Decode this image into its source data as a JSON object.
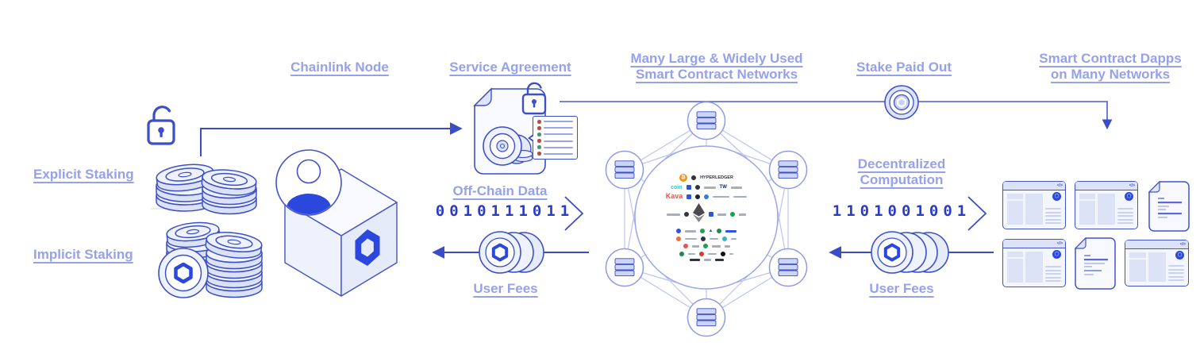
{
  "diagram_title": "Chainlink staking and service flow diagram",
  "colors": {
    "label": "#96A1EC",
    "line": "#3B4CC8",
    "binary": "#2B3CC2",
    "accent": "#2A47DE",
    "icon_outline": "#3D4FC6",
    "light_fill": "#EEF2FC",
    "network_line": "#BCC4F1",
    "check_red": "#BF4A42",
    "check_green": "#3C9E66",
    "bitcoin_orange": "#F7931A",
    "kava_red": "#FF4A3F"
  },
  "left": {
    "explicit_label": "Explicit Staking",
    "implicit_label": "Implicit Staking"
  },
  "node": {
    "label": "Chainlink Node"
  },
  "service_agreement": {
    "label": "Service Agreement",
    "checklist": [
      "red",
      "red",
      "green",
      "red",
      "green",
      "red"
    ]
  },
  "network": {
    "title_line1": "Many Large & Widely Used",
    "title_line2": "Smart Contract Networks",
    "outer_node_count": 6,
    "recognizable_logos": [
      "Bitcoin",
      "Hyperledger",
      "coin",
      "Kava",
      "Ethereum"
    ],
    "logo_rows": [
      [
        {
          "t": "btc"
        },
        {
          "t": "dot",
          "c": "#30343E"
        },
        {
          "t": "txt",
          "x": "HYPERLEDGER",
          "c": "#30343E",
          "s": 5.5
        }
      ],
      [
        {
          "t": "txt",
          "x": "coin",
          "c": "#38B5C4",
          "s": 7
        },
        {
          "t": "sq",
          "c": "#2D56E0"
        },
        {
          "t": "dot",
          "c": "#30343E"
        },
        {
          "t": "bar",
          "w": 15
        },
        {
          "t": "txt",
          "x": "TW",
          "c": "#17266B",
          "s": 6
        },
        {
          "t": "bar",
          "w": 14
        }
      ],
      [
        {
          "t": "txt",
          "x": "Kava",
          "c": "#FF4A3F",
          "s": 9
        },
        {
          "t": "sq",
          "c": "#2D56E0"
        },
        {
          "t": "dot",
          "c": "#222222"
        },
        {
          "t": "dot",
          "c": "#2D7FE0"
        },
        {
          "t": "bar",
          "w": 21
        },
        {
          "t": "bar",
          "w": 17
        }
      ],
      [
        {
          "t": "bar",
          "w": 17
        },
        {
          "t": "dot",
          "c": "#30343E"
        },
        {
          "t": "eth"
        },
        {
          "t": "sq",
          "c": "#2D56E0"
        },
        {
          "t": "bar",
          "w": 11
        },
        {
          "t": "dot",
          "c": "#16A34A"
        },
        {
          "t": "bar",
          "w": 9
        }
      ],
      [
        {
          "t": "dot",
          "c": "#2D56E0"
        },
        {
          "t": "bar",
          "w": 14
        },
        {
          "t": "dot",
          "c": "#22A04F"
        },
        {
          "t": "up"
        },
        {
          "t": "dot",
          "c": "#1F8A4C"
        },
        {
          "t": "bar",
          "w": 14,
          "c": "#2D56E0"
        }
      ],
      [
        {
          "t": "dot",
          "c": "#F06A3C"
        },
        {
          "t": "bar",
          "w": 15
        },
        {
          "t": "dot",
          "c": "#30343E"
        },
        {
          "t": "bar",
          "w": 11
        },
        {
          "t": "dot",
          "c": "#38B5C4"
        },
        {
          "t": "bar",
          "w": 7
        }
      ],
      [
        {
          "t": "dot",
          "c": "#E2574C"
        },
        {
          "t": "bar",
          "w": 9
        },
        {
          "t": "dot",
          "c": "#22A04F"
        },
        {
          "t": "bar",
          "w": 11
        },
        {
          "t": "bar",
          "w": 7
        }
      ],
      [
        {
          "t": "dot",
          "c": "#1F8A4C"
        },
        {
          "t": "bar",
          "w": 9
        },
        {
          "t": "dot",
          "c": "#D23B33"
        },
        {
          "t": "bar",
          "w": 11
        },
        {
          "t": "dot",
          "c": "#111111"
        },
        {
          "t": "bar",
          "w": 5
        }
      ],
      [
        {
          "t": "bar",
          "w": 13,
          "c": "#30343E"
        },
        {
          "t": "bar",
          "w": 9
        },
        {
          "t": "bar",
          "w": 11,
          "c": "#30343E"
        }
      ]
    ]
  },
  "stake": {
    "label": "Stake Paid Out"
  },
  "dapps": {
    "title_line1": "Smart Contract Dapps",
    "title_line2": "on Many Networks",
    "code_glyph": "</>",
    "badge_glyph": "⬡"
  },
  "offchain": {
    "label": "Off-Chain Data",
    "binary": "0010111011",
    "user_fees": "User Fees"
  },
  "computation": {
    "label_line1": "Decentralized",
    "label_line2": "Computation",
    "binary": "1101001001",
    "user_fees": "User Fees"
  },
  "icons": {
    "bitcoin_glyph": "₿",
    "up_glyph": "▲"
  }
}
